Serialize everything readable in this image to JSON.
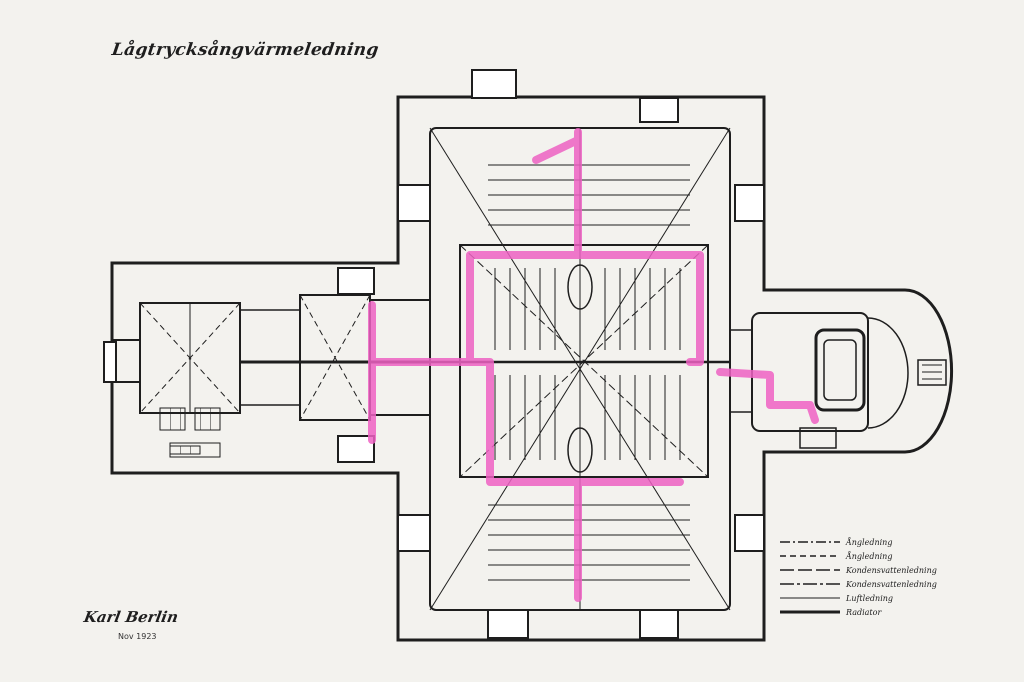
{
  "drawing": {
    "title": "Lågtrycksångvärmeledning",
    "signature": "Karl Berlin",
    "signature_date": "Nov 1923"
  },
  "colors": {
    "ink": "#1e1e1e",
    "heating_pipe": "#ee62c3",
    "paper": "#f3f2ee"
  },
  "legend": {
    "items": [
      {
        "line_style": "dash-dot",
        "label": "Ångledning"
      },
      {
        "line_style": "dashed",
        "label": "Ångledning"
      },
      {
        "line_style": "long-dash",
        "label": "Kondensvattenledning"
      },
      {
        "line_style": "dash-dot-long",
        "label": "Kondensvattenledning"
      },
      {
        "line_style": "thin",
        "label": "Luftledning"
      },
      {
        "line_style": "thick",
        "label": "Radiator"
      }
    ]
  }
}
